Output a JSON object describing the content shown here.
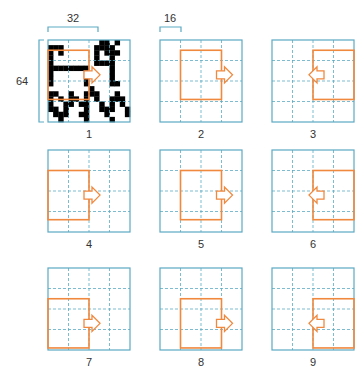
{
  "diagram": {
    "labels": [
      "32",
      "16",
      "64",
      "1",
      "2",
      "3",
      "4",
      "5",
      "6",
      "7",
      "8",
      "9"
    ]
  }
}
